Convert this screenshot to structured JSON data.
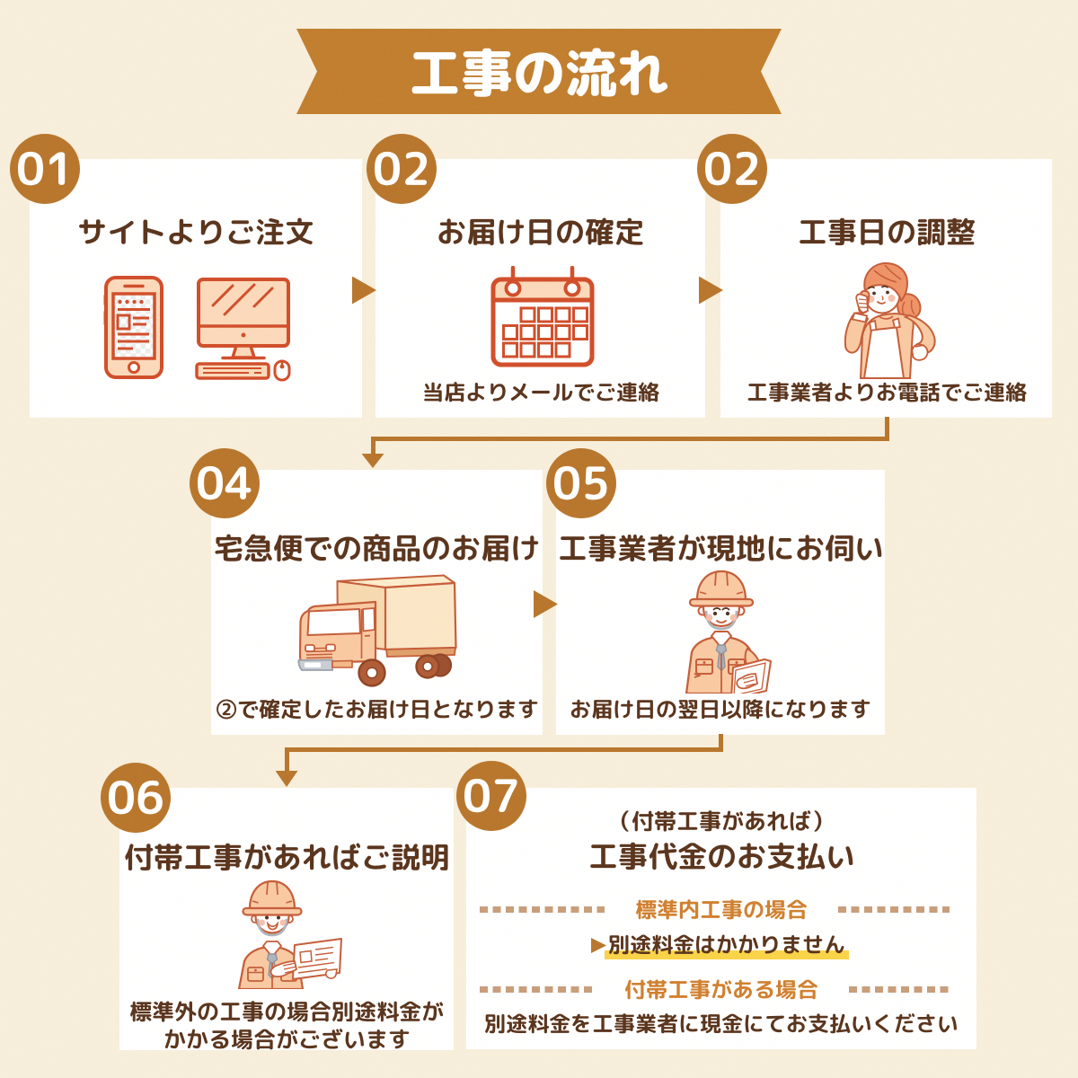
{
  "banner": {
    "title": "工事の流れ"
  },
  "steps": [
    {
      "number": "01",
      "title": "サイトよりご注文",
      "caption": "",
      "icons": [
        "smartphone-icon",
        "desktop-computer-icon"
      ]
    },
    {
      "number": "02",
      "title": "お届け日の確定",
      "caption": "当店よりメールでご連絡",
      "icons": [
        "calendar-icon"
      ]
    },
    {
      "number": "02",
      "title": "工事日の調整",
      "caption": "工事業者よりお電話でご連絡",
      "icons": [
        "woman-on-phone-illustration"
      ]
    },
    {
      "number": "04",
      "title": "宅急便での商品のお届け",
      "caption": "②で確定したお届け日となります",
      "icons": [
        "delivery-truck-illustration"
      ]
    },
    {
      "number": "05",
      "title": "工事業者が現地にお伺い",
      "caption": "お届け日の翌日以降になります",
      "icons": [
        "worker-with-tablet-illustration"
      ]
    },
    {
      "number": "06",
      "title": "付帯工事があればご説明",
      "caption_lines": [
        "標準外の工事の場合別途料金が",
        "かかる場合がございます"
      ],
      "icons": [
        "worker-with-document-illustration"
      ]
    },
    {
      "number": "07",
      "subtitle": "（付帯工事があれば）",
      "title": "工事代金のお支払い",
      "sections": [
        {
          "label": "標準内工事の場合",
          "text": "別途料金はかかりません",
          "highlighted": true
        },
        {
          "label": "付帯工事がある場合",
          "text": "別途料金を工事業者に現金にてお支払いください",
          "highlighted": false
        }
      ]
    }
  ],
  "colors": {
    "background": "#f7eedb",
    "card": "#ffffff",
    "accent": "#b8762c",
    "ribbon": "#c17e2e",
    "title_text": "#5a341c",
    "label_orange": "#d0802f",
    "dash": "#c89e7a",
    "highlight_yellow": "#fbd348",
    "icon_stroke": "#d14e2a",
    "icon_fill": "#fbd9ba"
  }
}
